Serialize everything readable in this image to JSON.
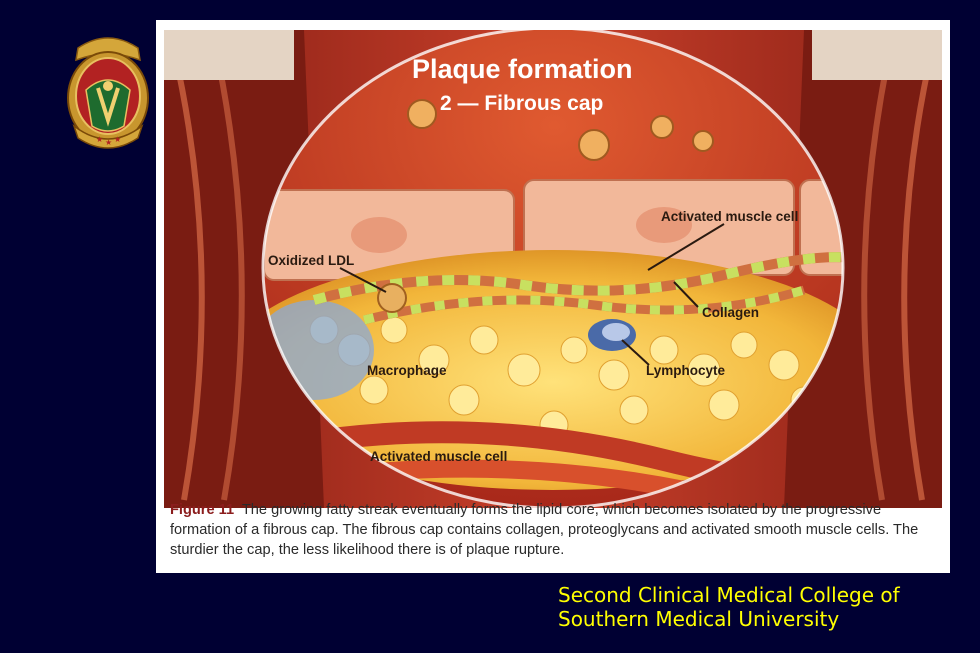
{
  "diagram": {
    "title": "Plaque formation",
    "subtitle": "2 — Fibrous cap",
    "labels": {
      "activated_muscle_cell_top": "Activated muscle cell",
      "oxidized_ldl": "Oxidized LDL",
      "collagen": "Collagen",
      "macrophage": "Macrophage",
      "lymphocyte": "Lymphocyte",
      "activated_muscle_cell_bottom": "Activated muscle cell"
    }
  },
  "caption": {
    "figure_label": "Figure 11",
    "text": "The growing fatty streak eventually forms the lipid core, which becomes isolated by the progressive formation of a fibrous cap. The fibrous cap contains collagen, proteoglycans and activated smooth muscle cells. The sturdier the cap, the less likelihood there is of plaque rupture."
  },
  "footer": {
    "line1": "Second Clinical Medical College of",
    "line2": "Southern Medical University"
  }
}
